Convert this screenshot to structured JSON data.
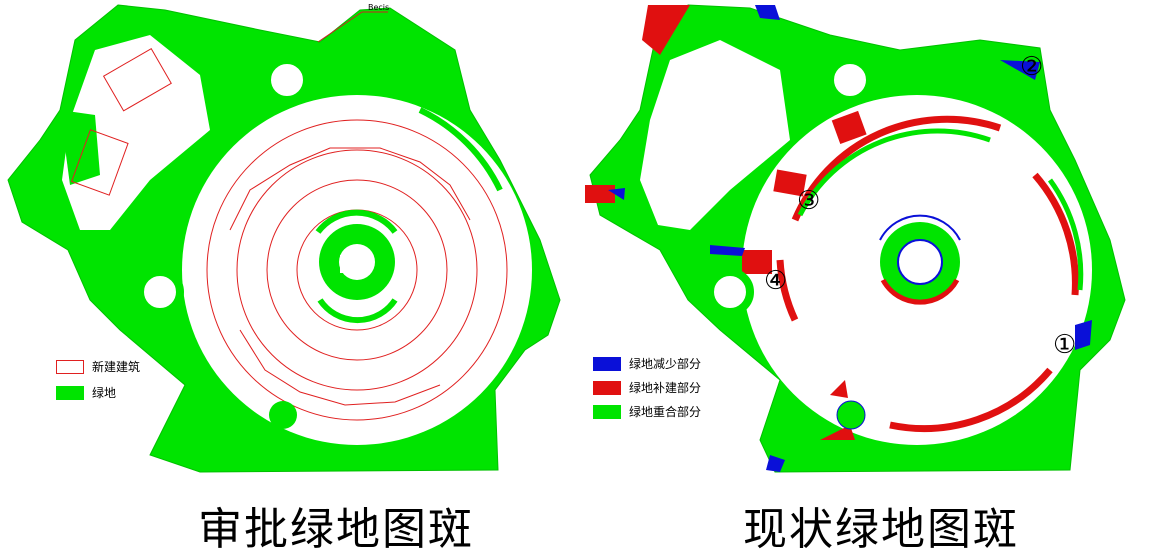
{
  "captions": {
    "left": "审批绿地图斑",
    "right": "现状绿地图斑"
  },
  "legend_left": {
    "items": [
      {
        "label": "新建建筑",
        "color": "#ffffff",
        "border": "#e02020"
      },
      {
        "label": "绿地",
        "color": "#00e400",
        "border": "#00e400"
      }
    ]
  },
  "legend_right": {
    "items": [
      {
        "label": "绿地减少部分",
        "color": "#0a10d8"
      },
      {
        "label": "绿地补建部分",
        "color": "#e01010"
      },
      {
        "label": "绿地重合部分",
        "color": "#00e400"
      }
    ]
  },
  "markers": [
    "①",
    "②",
    "③",
    "④"
  ],
  "top_label": "Becis",
  "colors": {
    "green": "#00e400",
    "red": "#e01010",
    "blue": "#0a10d8",
    "building_outline": "#e02020"
  }
}
